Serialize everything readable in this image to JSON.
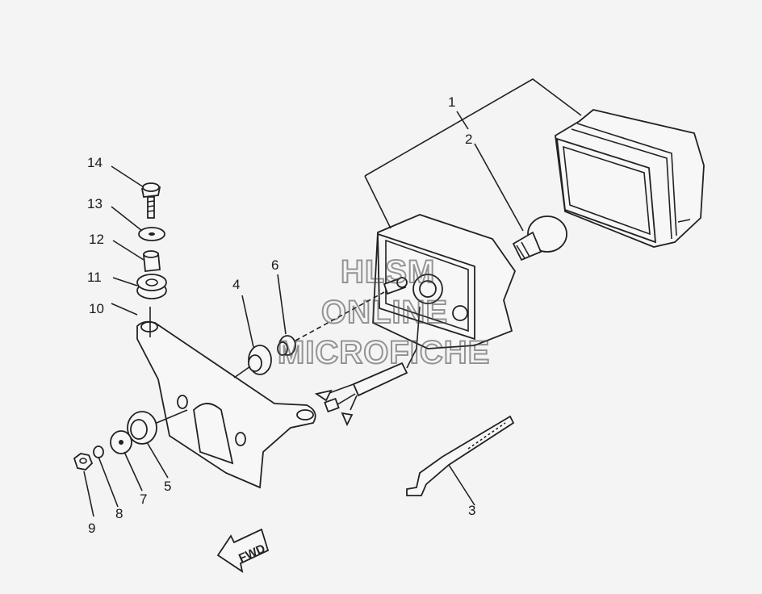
{
  "diagram": {
    "callouts": [
      "1",
      "2",
      "3",
      "4",
      "5",
      "6",
      "7",
      "8",
      "9",
      "10",
      "11",
      "12",
      "13",
      "14"
    ],
    "direction_label": "FWD",
    "watermark": [
      "HLSM",
      "ONLINE",
      "MICROFICHE"
    ]
  }
}
